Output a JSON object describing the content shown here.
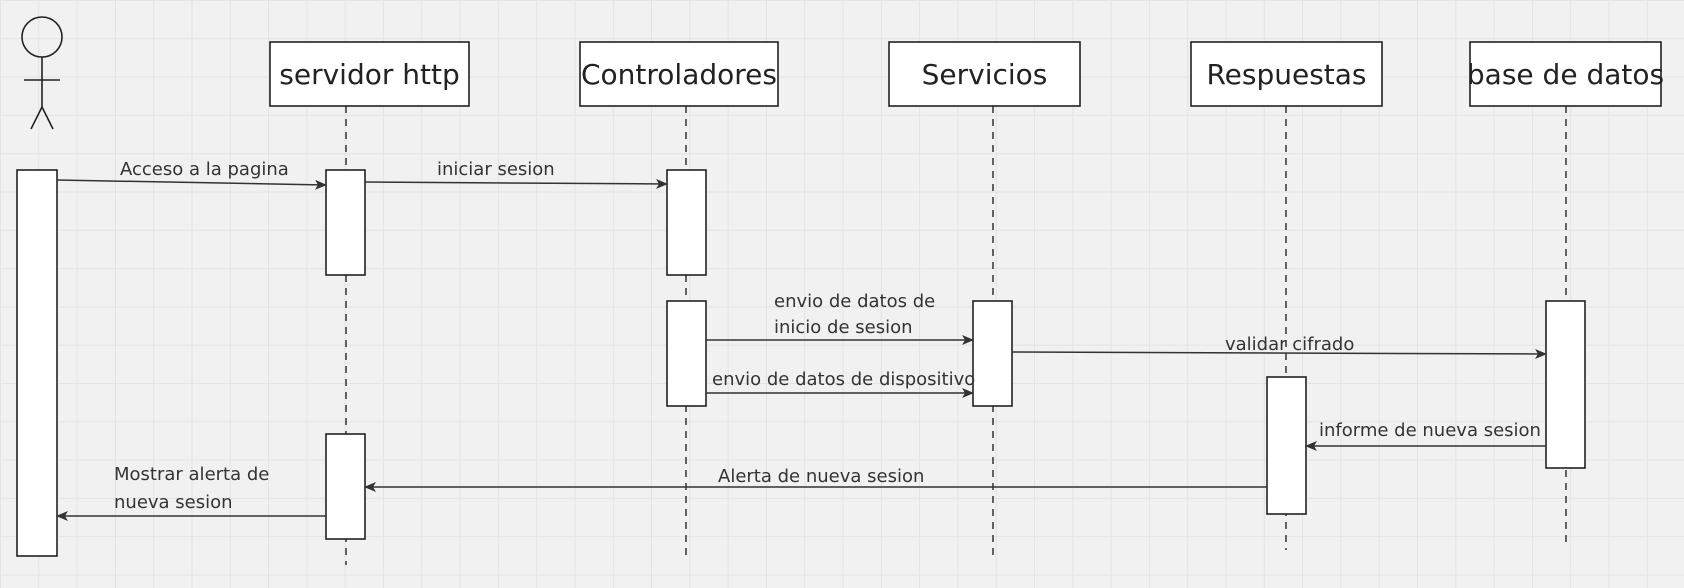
{
  "participants": [
    {
      "id": "actor",
      "label": ""
    },
    {
      "id": "http",
      "label": "servidor http"
    },
    {
      "id": "ctrl",
      "label": "Controladores"
    },
    {
      "id": "serv",
      "label": "Servicios"
    },
    {
      "id": "resp",
      "label": "Respuestas"
    },
    {
      "id": "db",
      "label": "base de datos"
    }
  ],
  "messages": [
    {
      "id": "m1",
      "from": "actor",
      "to": "http",
      "lines": [
        "Acceso a la pagina"
      ]
    },
    {
      "id": "m2",
      "from": "http",
      "to": "ctrl",
      "lines": [
        "iniciar sesion"
      ]
    },
    {
      "id": "m3",
      "from": "ctrl",
      "to": "serv",
      "lines": [
        "envio de datos de",
        "inicio de sesion"
      ]
    },
    {
      "id": "m4",
      "from": "ctrl",
      "to": "serv",
      "lines": [
        "envio de datos de dispositivo"
      ]
    },
    {
      "id": "m5",
      "from": "serv",
      "to": "db",
      "lines": [
        "validar cifrado"
      ]
    },
    {
      "id": "m6",
      "from": "db",
      "to": "resp",
      "lines": [
        "informe de nueva sesion"
      ]
    },
    {
      "id": "m7",
      "from": "resp",
      "to": "http",
      "lines": [
        "Alerta de nueva sesion"
      ]
    },
    {
      "id": "m8",
      "from": "http",
      "to": "actor",
      "lines": [
        "Mostrar alerta de",
        "nueva sesion"
      ]
    }
  ]
}
